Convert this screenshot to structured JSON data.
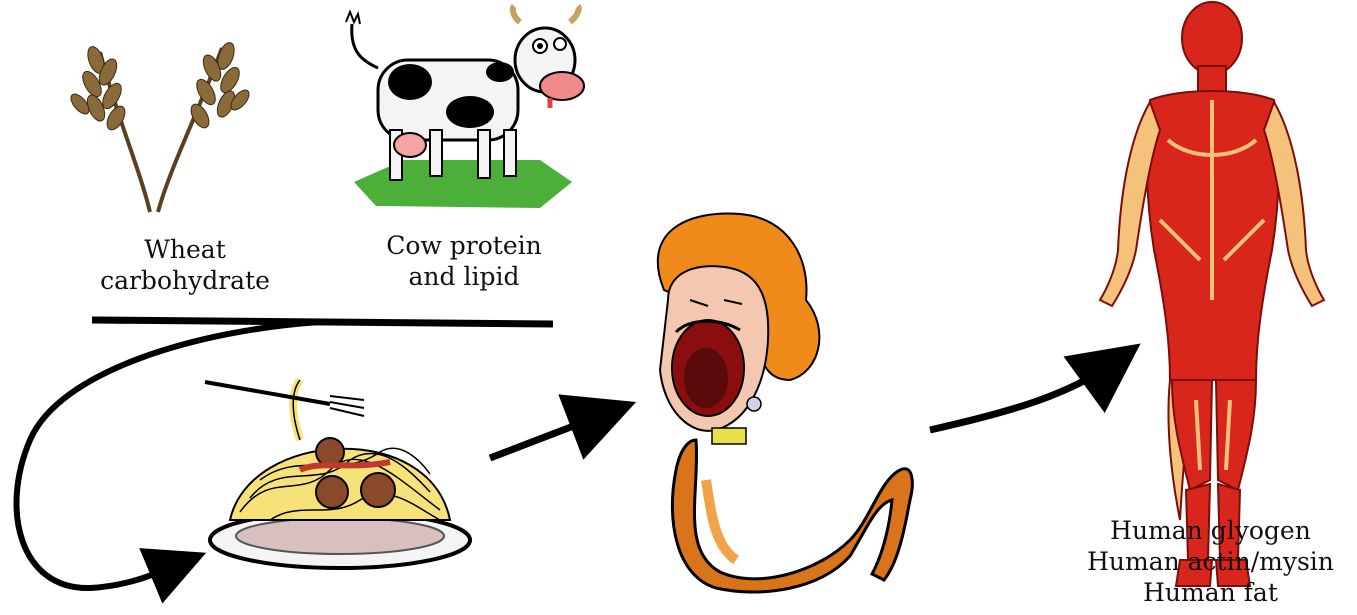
{
  "diagram": {
    "sources": [
      {
        "lines": [
          "Wheat",
          "carbohydrate"
        ]
      },
      {
        "lines": [
          "Cow protein",
          "and lipid"
        ]
      }
    ],
    "result": {
      "lines": [
        "Human glyogen",
        "Human actin/mysin",
        "Human fat"
      ]
    },
    "icons": [
      "wheat-icon",
      "cow-icon",
      "spaghetti-icon",
      "eating-person-icon",
      "stomach-icon",
      "human-muscle-body-icon"
    ],
    "colors": {
      "arrow": "#000000",
      "muscle": "#d9261c",
      "skin": "#f4c27a",
      "hair": "#f08a1a",
      "stomach": "#d9741a",
      "grass": "#4caf3a",
      "sauce": "#c0392b",
      "noodle": "#f7e27a"
    }
  }
}
